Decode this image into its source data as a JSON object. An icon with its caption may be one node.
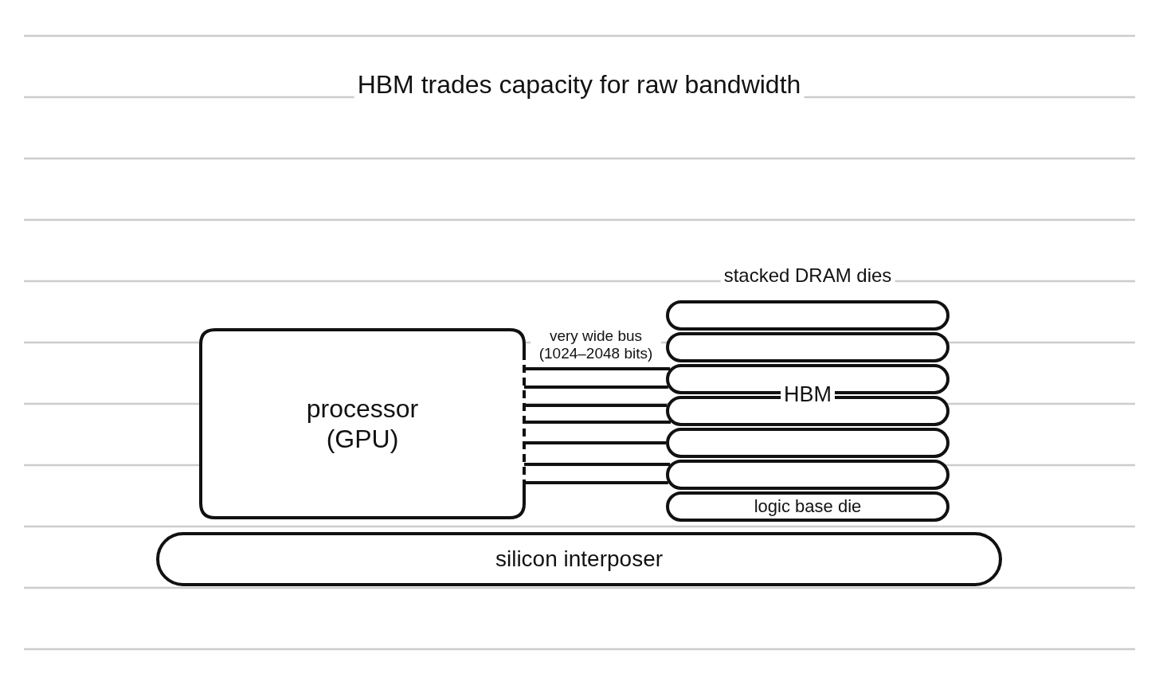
{
  "diagram": {
    "title": "HBM trades capacity for raw bandwidth",
    "nodes": [
      {
        "text": [
          "processor (GPU)"
        ]
      },
      {
        "text": [],
        "shape": "bar"
      },
      {
        "text": [],
        "shape": "bar"
      },
      {
        "text": [],
        "shape": "bar"
      },
      {
        "text": [],
        "shape": "bar"
      },
      {
        "text": [],
        "shape": "bar"
      },
      {
        "text": [],
        "shape": "bar"
      },
      {
        "text": [
          "logic base die"
        ]
      },
      {
        "text": [
          "silicon interposer"
        ]
      }
    ],
    "edges": [
      {
        "from": 0,
        "to": 3,
        "arrow": "none"
      },
      {
        "from": 0,
        "to": 3,
        "arrow": "none"
      },
      {
        "from": 0,
        "to": 4,
        "arrow": "none"
      },
      {
        "from": 0,
        "to": 4,
        "arrow": "none"
      },
      {
        "from": 0,
        "to": 5,
        "arrow": "none"
      },
      {
        "from": 0,
        "to": 6,
        "arrow": "none"
      },
      {
        "from": 0,
        "to": 6,
        "arrow": "none"
      }
    ],
    "labels": [
      "stacked DRAM dies",
      "very wide bus (1024–2048 bits)",
      "HBM"
    ]
  }
}
